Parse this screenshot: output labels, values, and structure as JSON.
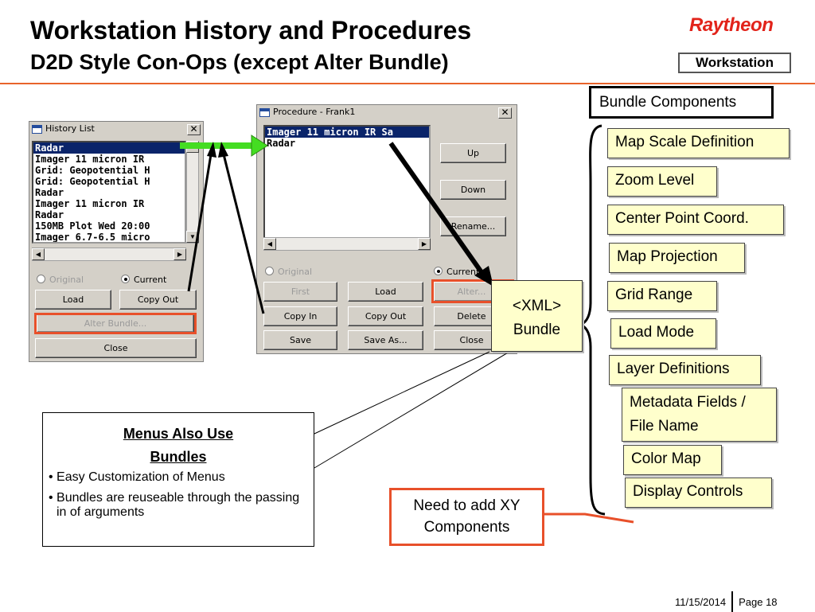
{
  "header": {
    "title": "Workstation History and Procedures",
    "subtitle": "D2D Style Con-Ops (except Alter Bundle)",
    "logo": "Raytheon",
    "section_tag": "Workstation"
  },
  "history_window": {
    "title": "History List",
    "close_glyph": "✕",
    "items": [
      "Radar",
      "Imager 11 micron IR",
      "Grid: Geopotential H",
      "Grid: Geopotential H",
      "Radar",
      "Imager 11 micron IR",
      "Radar",
      "150MB Plot Wed 20:00",
      "Imager 6.7-6.5 micro"
    ],
    "radio_original": "Original",
    "radio_current": "Current",
    "load": "Load",
    "copy_out": "Copy Out",
    "alter_bundle": "Alter Bundle...",
    "close": "Close"
  },
  "procedure_window": {
    "title": "Procedure - Frank1",
    "close_glyph": "✕",
    "items": [
      "Imager 11 micron IR Sa",
      "Radar"
    ],
    "up": "Up",
    "down": "Down",
    "rename": "Rename...",
    "radio_original": "Original",
    "radio_current": "Current",
    "first": "First",
    "load": "Load",
    "alter": "Alter...",
    "copy_in": "Copy In",
    "copy_out": "Copy Out",
    "delete": "Delete",
    "save": "Save",
    "save_as": "Save As...",
    "close": "Close"
  },
  "bundle": {
    "xml_line1": "<XML>",
    "xml_line2": "Bundle",
    "components_title": "Bundle Components",
    "components": [
      "Map Scale Definition",
      "Zoom Level",
      "Center Point Coord.",
      "Map Projection",
      "Grid Range",
      "Load Mode",
      "Layer Definitions",
      "Metadata Fields /",
      "File Name",
      "Color Map",
      "Display Controls"
    ]
  },
  "menus_box": {
    "heading1": "Menus Also Use",
    "heading2": "Bundles",
    "bullet1": "• Easy Customization of Menus",
    "bullet2": "• Bundles are reuseable through the passing in of arguments"
  },
  "note": {
    "line1": "Need to add XY",
    "line2": "Components"
  },
  "footer": {
    "date": "11/15/2014",
    "page": "Page 18"
  },
  "colors": {
    "accent": "#e8632b",
    "highlight_box": "#e8502a",
    "logo": "#e2231a",
    "callout_fill": "#ffffcc",
    "arrow_green": "#44dd22",
    "selection": "#0a246a"
  }
}
